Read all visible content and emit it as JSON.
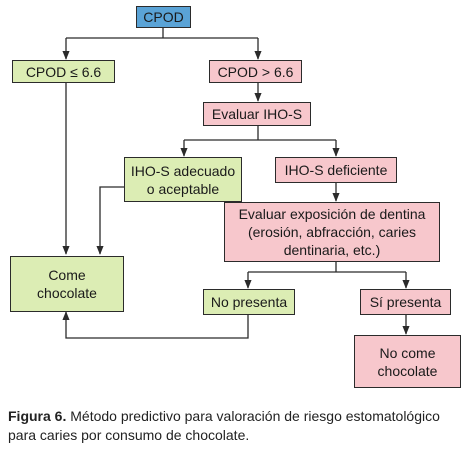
{
  "diagram": {
    "nodes": {
      "cpod": "CPOD",
      "cpod_low": "CPOD ≤ 6.6",
      "cpod_high": "CPOD > 6.6",
      "evaluate_ihos": "Evaluar IHO-S",
      "ihos_adequate": "IHO-S adecuado\no aceptable",
      "ihos_deficient": "IHO-S deficiente",
      "evaluate_dentin": "Evaluar exposición de dentina\n(erosión, abfracción, caries\ndentinaria, etc.)",
      "eats_chocolate": "Come\nchocolate",
      "not_present": "No presenta",
      "present": "Sí presenta",
      "no_chocolate": "No come\nchocolate"
    }
  },
  "caption": {
    "label": "Figura 6.",
    "text": "Método predictivo para valoración de riesgo estomatológico para caries por consumo de chocolate."
  },
  "colors": {
    "root": "#5aa3d6",
    "green": "#dcedb4",
    "pink": "#f7c7cc"
  }
}
